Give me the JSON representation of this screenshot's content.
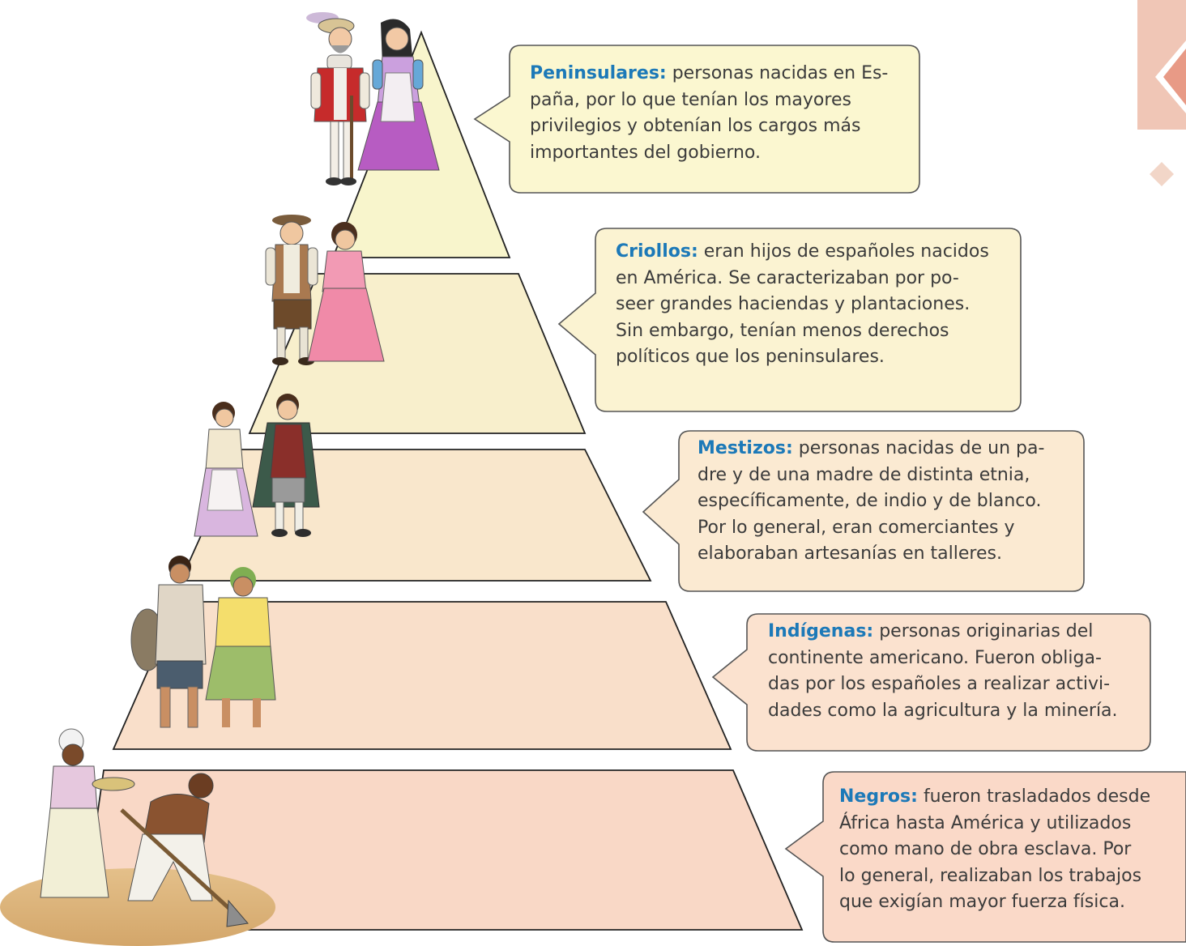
{
  "diagram": {
    "levels": [
      {
        "term": "Peninsulares:",
        "lines": [
          "personas nacidas en Es-",
          "paña, por lo que tenían los mayores",
          "privilegios y obtenían los cargos más",
          "importantes del gobierno."
        ],
        "tier_color": "#f8f5cc",
        "box_color": "#fbf7d0"
      },
      {
        "term": "Criollos:",
        "lines": [
          "eran hijos de españoles nacidos",
          "en América. Se caracterizaban por po-",
          "seer grandes haciendas y plantaciones.",
          "Sin embargo, tenían menos derechos",
          "políticos que los peninsulares."
        ],
        "tier_color": "#f8efcc",
        "box_color": "#fbf3d2"
      },
      {
        "term": "Mestizos:",
        "lines": [
          "personas nacidas de un pa-",
          "dre y de una madre de distinta etnia,",
          "específicamente, de indio y de blanco.",
          "Por lo general, eran comerciantes y",
          "elaboraban artesanías en talleres."
        ],
        "tier_color": "#f9e7cc",
        "box_color": "#fbead2"
      },
      {
        "term": "Indígenas:",
        "lines": [
          "personas originarias del",
          "continente americano. Fueron obliga-",
          "das por los españoles a realizar activi-",
          "dades como la agricultura y la minería."
        ],
        "tier_color": "#f9dfca",
        "box_color": "#fbe2cf"
      },
      {
        "term": "Negros:",
        "lines": [
          "fueron trasladados desde",
          "África hasta América y utilizados",
          "como mano de obra esclava. Por",
          "lo general, realizaban los trabajos",
          "que exigían mayor fuerza física."
        ],
        "tier_color": "#f9d8c6",
        "box_color": "#fad9c8"
      }
    ]
  }
}
